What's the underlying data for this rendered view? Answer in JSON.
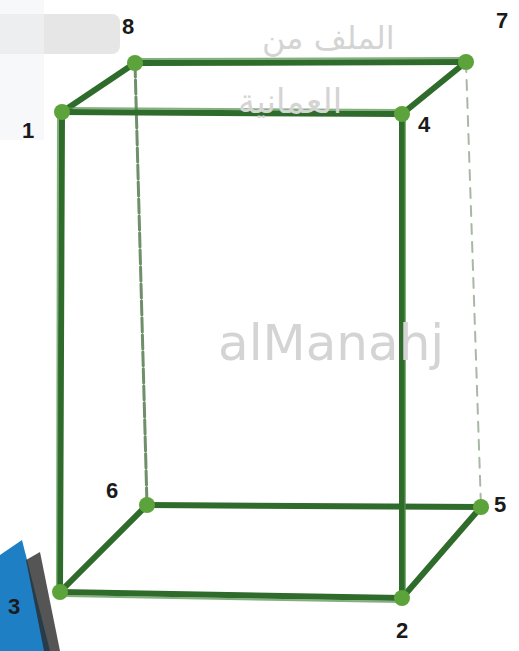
{
  "diagram": {
    "labels": [
      "8",
      "7",
      "1",
      "4",
      "6",
      "5",
      "3",
      "2",
      "الملف من",
      "العمانية",
      "alManahj"
    ]
  }
}
